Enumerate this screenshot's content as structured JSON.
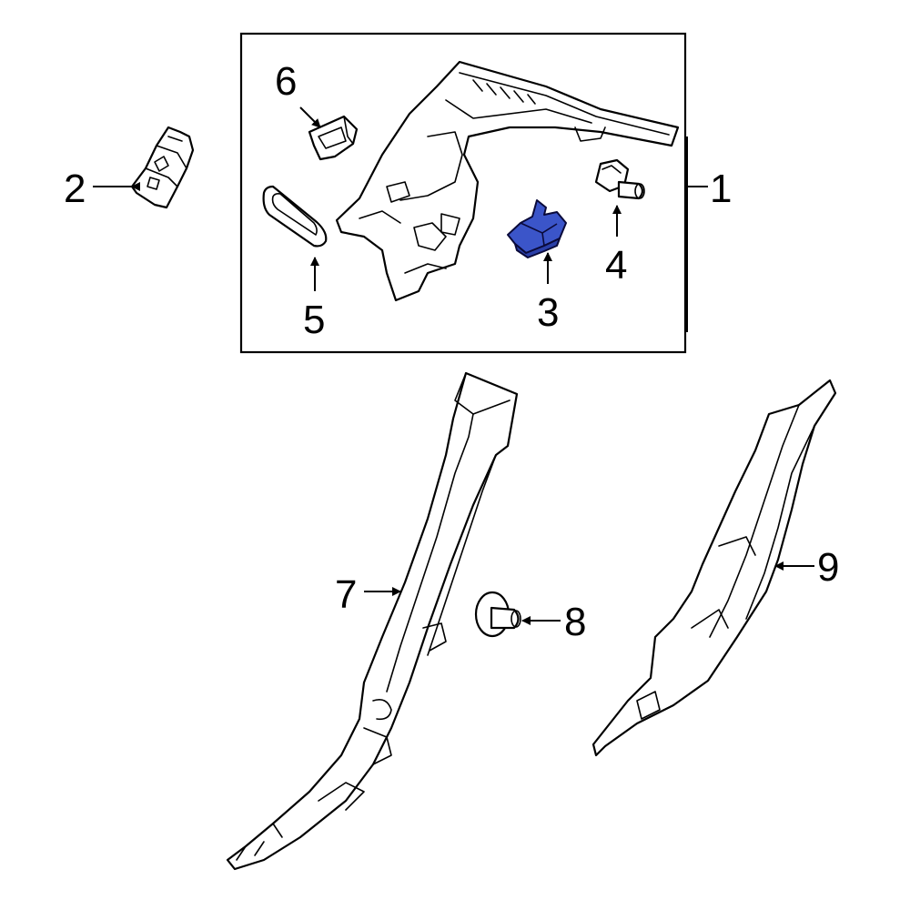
{
  "colors": {
    "background": "#ffffff",
    "line": "#000000",
    "highlight": "#3b55c9",
    "highlight_dark": "#2a3fa8"
  },
  "callouts": [
    {
      "id": "1",
      "label": "1"
    },
    {
      "id": "2",
      "label": "2"
    },
    {
      "id": "3",
      "label": "3"
    },
    {
      "id": "4",
      "label": "4"
    },
    {
      "id": "5",
      "label": "5"
    },
    {
      "id": "6",
      "label": "6"
    },
    {
      "id": "7",
      "label": "7"
    },
    {
      "id": "8",
      "label": "8"
    },
    {
      "id": "9",
      "label": "9"
    }
  ],
  "highlighted_part": "3"
}
